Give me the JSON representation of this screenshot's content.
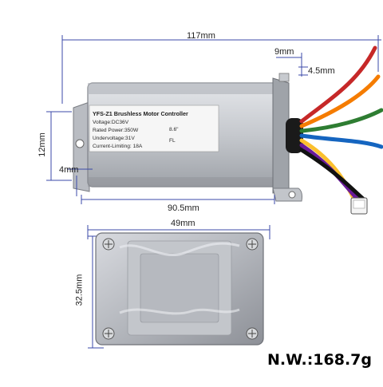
{
  "dimensions": {
    "top_length": "117mm",
    "connector_offset": "9mm",
    "connector_height": "4.5mm",
    "mount_height": "12mm",
    "mount_width": "4mm",
    "body_length": "90.5mm",
    "width": "49mm",
    "height": "32.5mm"
  },
  "label": {
    "title": "YFS-Z1 Brushless Motor Controller",
    "voltage": "Voltage:DC36V",
    "rated_power": "Rated Power:350W",
    "undervoltage": "Undervoltage:31V",
    "current_limiting": "Current-Limiting: 18A",
    "extra_1": "8.6\"",
    "extra_2": "FL"
  },
  "net_weight": "N.W.:168.7g",
  "colors": {
    "dimension_line": "#3b4aa8",
    "housing": "#c9ccd1",
    "wires": [
      "#c62828",
      "#f57c00",
      "#2e7d32",
      "#1565c0",
      "#fbc02d",
      "#6a1b9a",
      "#111111"
    ]
  }
}
